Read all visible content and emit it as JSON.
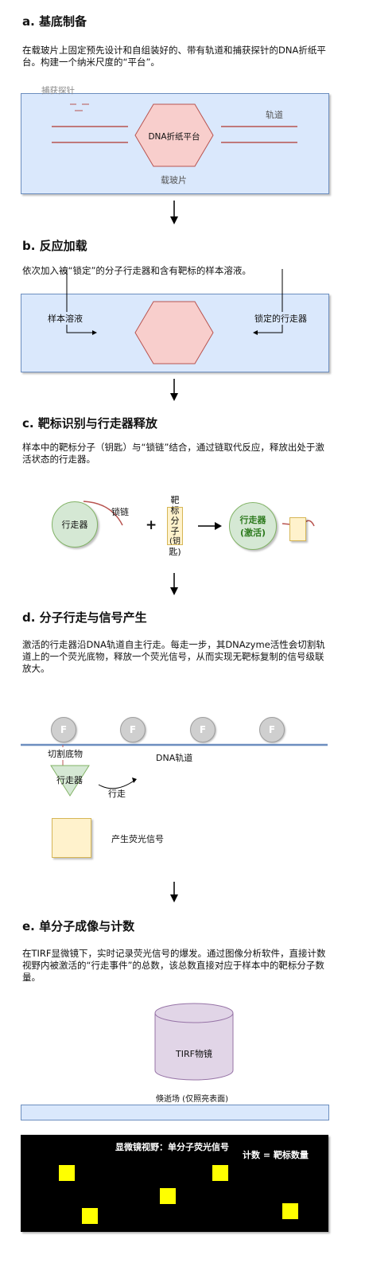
{
  "sections": {
    "a": {
      "title": "a. 基底制备",
      "desc": "在载玻片上固定预先设计和自组装好的、带有轨道和捕获探针的DNA折纸平台。构建一个纳米尺度的“平台”。",
      "capture_probe": "捕获探针",
      "platform": "DNA折纸平台",
      "track": "轨道",
      "slide": "载玻片"
    },
    "b": {
      "title": "b. 反应加载",
      "desc": "依次加入被“锁定”的分子行走器和含有靶标的样本溶液。",
      "sample": "样本溶液",
      "locked_walker": "锁定的行走器"
    },
    "c": {
      "title": "c. 靶标识别与行走器释放",
      "desc": "样本中的靶标分子（钥匙）与“锁链”结合，通过链取代反应，释放出处于激活状态的行走器。",
      "walker": "行走器",
      "lock_chain": "锁链",
      "plus": "+",
      "target": [
        "靶",
        "标",
        "分",
        "子",
        "(钥",
        "匙)"
      ],
      "active_walker_1": "行走器",
      "active_walker_2": "(激活)"
    },
    "d": {
      "title": "d. 分子行走与信号产生",
      "desc": "激活的行走器沿DNA轨道自主行走。每走一步，其DNAzyme活性会切割轨道上的一个荧光底物，释放一个荧光信号，从而实现无靶标复制的信号级联放大。",
      "f_label": "F",
      "cleave": "切割底物",
      "track": "DNA轨道",
      "walker": "行走器",
      "walk": "行走",
      "signal": "产生荧光信号"
    },
    "e": {
      "title": "e. 单分子成像与计数",
      "desc": "在TIRF显微镜下，实时记录荧光信号的爆发。通过图像分析软件，直接计数视野内被激活的“行走事件”的总数，该总数直接对应于样本中的靶标分子数量。",
      "objective": "TIRF物镜",
      "evanescent": "倏逝场 (仅照亮表面)",
      "view_title": "显微镜视野：单分子荧光信号",
      "count": "计数 = 靶标数量"
    }
  },
  "colors": {
    "panel": "#dae8fc",
    "panel_border": "#6c8ebf",
    "hexagon": "#f8cecc",
    "hexagon_border": "#b85450",
    "track_line": "#b85450",
    "green": "#d5e8d4",
    "yellow": "#fff2cc",
    "purple": "#e1d5e7",
    "spot": "#ffff00"
  }
}
